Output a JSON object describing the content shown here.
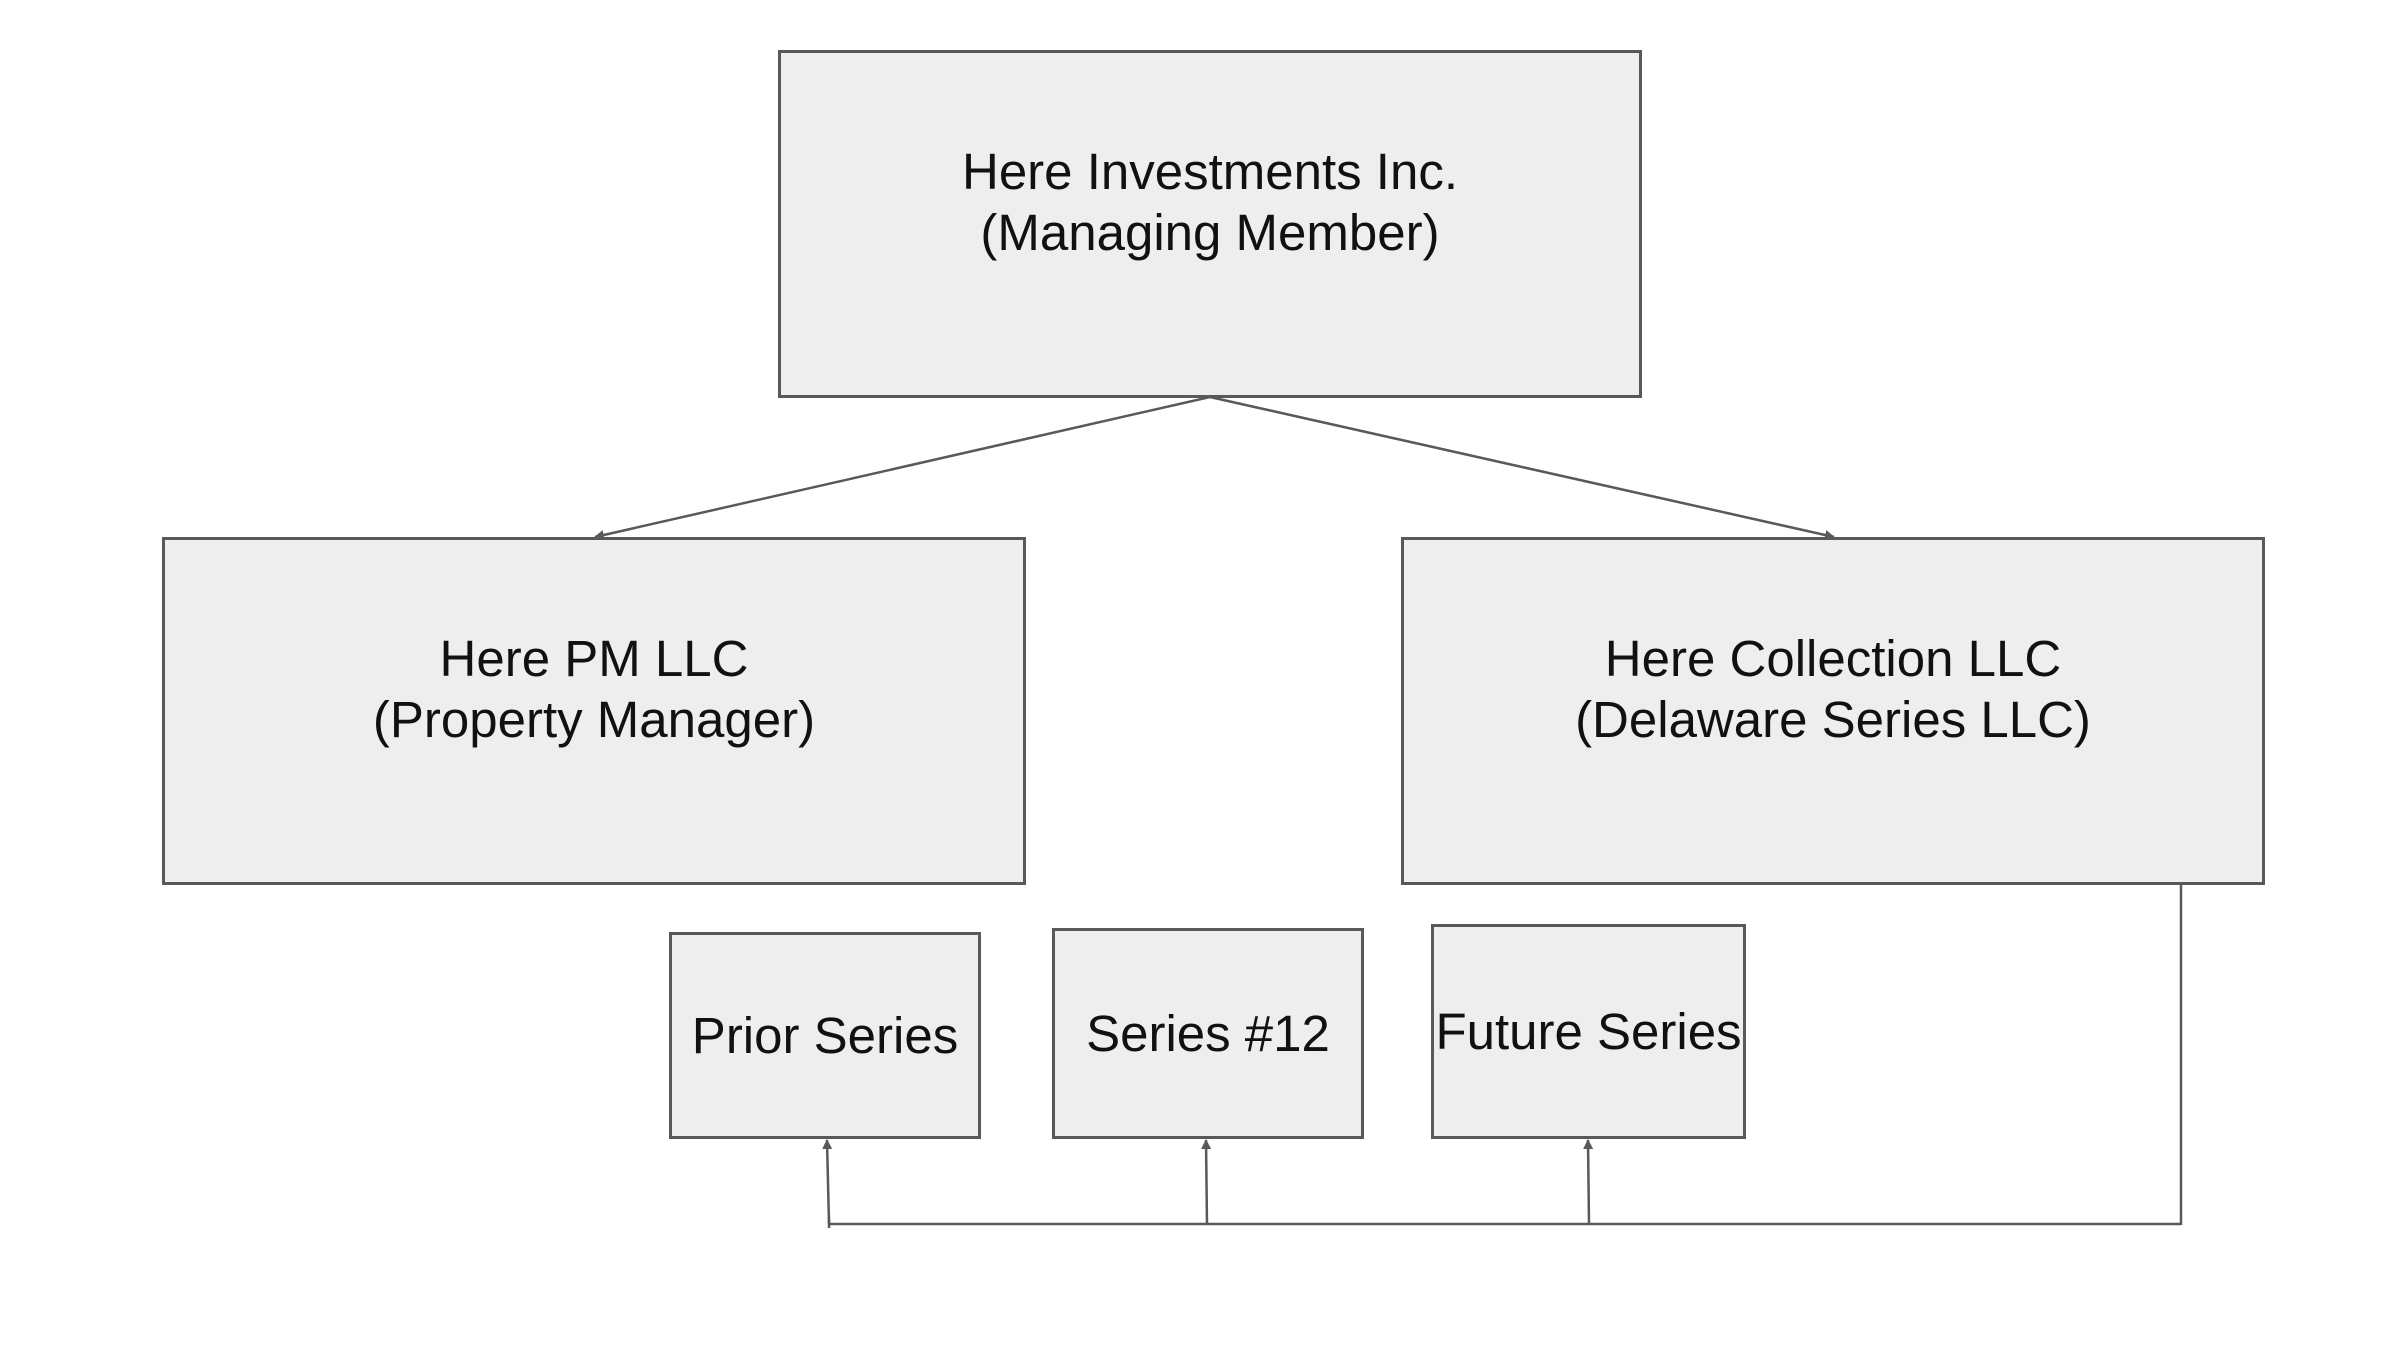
{
  "colors": {
    "box_fill": "#eeeeee",
    "box_border": "#595959",
    "connector": "#595959",
    "text": "#111111",
    "background": "#ffffff"
  },
  "nodes": {
    "managing_member": {
      "line1": "Here Investments Inc.",
      "line2": "(Managing Member)"
    },
    "property_manager": {
      "line1": "Here PM LLC",
      "line2": "(Property Manager)"
    },
    "collection": {
      "line1": "Here Collection LLC",
      "line2": "(Delaware Series LLC)"
    },
    "prior_series": {
      "label": "Prior Series"
    },
    "series_12": {
      "label": "Series #12"
    },
    "future_series": {
      "label": "Future Series"
    }
  }
}
